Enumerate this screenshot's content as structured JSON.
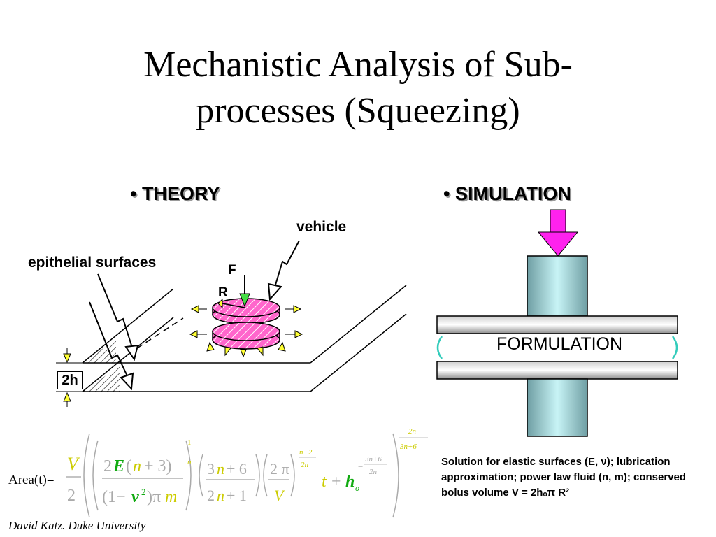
{
  "slide": {
    "title_line1": "Mechanistic Analysis of Sub-",
    "title_line2": "processes (Squeezing)"
  },
  "theory": {
    "heading": "• THEORY",
    "label_vehicle": "vehicle",
    "label_epithelial": "epithelial surfaces",
    "label_force": "F",
    "label_radius": "R",
    "label_gap": "2h"
  },
  "simulation": {
    "heading": "• SIMULATION",
    "formulation": "FORMULATION",
    "solution_text": "Solution for elastic surfaces (E, ν); lubrication approximation; power law fluid (n, m); conserved bolus volume V = 2hₒπ R²"
  },
  "equation": {
    "lhs": "Area(t)="
  },
  "footer": {
    "author": "David Katz. Duke University"
  },
  "colors": {
    "disc_fill": "#ff66cc",
    "force_arrow": "#44dd44",
    "press_arrow": "#ff22ee",
    "rod_fill": "#a8d8dc",
    "bracket": "#33ccbb",
    "eq_yellow": "#cccc00",
    "eq_green": "#11aa11"
  }
}
